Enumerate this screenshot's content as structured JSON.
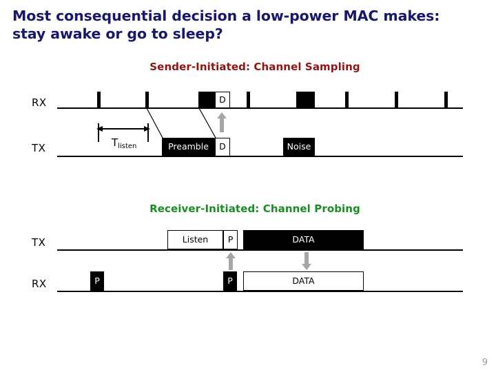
{
  "slide": {
    "title": "Most consequential decision a low-power MAC makes: stay awake or go to sleep?",
    "page_number": "9",
    "colors": {
      "title": "#17176b",
      "sender_heading": "#8d1414",
      "receiver_heading": "#1a8c22",
      "arrow_gray": "#a6a6a6",
      "page_number": "#9a9a9a",
      "line": "#000000"
    }
  },
  "diagram_sender": {
    "heading": "Sender-Initiated: Channel Sampling",
    "rows": [
      {
        "label": "RX"
      },
      {
        "label": "TX"
      }
    ],
    "rx_blocks": [
      {
        "name": "ack-preamble",
        "text": ""
      },
      {
        "name": "ack-data",
        "text": "D"
      },
      {
        "name": "noise-echo",
        "text": ""
      }
    ],
    "tx_blocks": [
      {
        "name": "preamble",
        "text": "Preamble"
      },
      {
        "name": "data",
        "text": "D"
      },
      {
        "name": "noise",
        "text": "Noise"
      }
    ],
    "measure": {
      "label_main": "T",
      "label_sub": "listen"
    }
  },
  "diagram_receiver": {
    "heading": "Receiver-Initiated: Channel Probing",
    "rows": [
      {
        "label": "TX"
      },
      {
        "label": "RX"
      }
    ],
    "tx_blocks": [
      {
        "name": "listen",
        "text": "Listen"
      },
      {
        "name": "probe",
        "text": "P"
      },
      {
        "name": "data",
        "text": "DATA"
      }
    ],
    "rx_blocks": [
      {
        "name": "probe-first",
        "text": "P"
      },
      {
        "name": "probe-second",
        "text": "P"
      },
      {
        "name": "data",
        "text": "DATA"
      }
    ]
  }
}
